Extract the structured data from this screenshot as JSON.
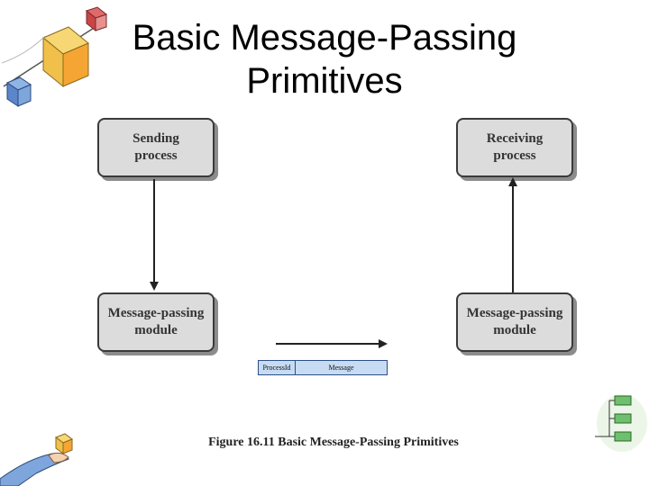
{
  "slide": {
    "title_line1": "Basic Message-Passing",
    "title_line2": "Primitives"
  },
  "diagram": {
    "sending_process": "Sending\nprocess",
    "receiving_process": "Receiving\nprocess",
    "sender_module": "Message-passing\nmodule",
    "receiver_module": "Message-passing\nmodule",
    "message_fields": {
      "process_id": "ProcessId",
      "message": "Message"
    },
    "caption": "Figure 16.11 Basic Message-Passing Primitives"
  },
  "colors": {
    "box_fill": "#dcdcdc",
    "message_fill": "#c7dcf2",
    "message_border": "#2c4f8a"
  },
  "icons": [
    "cubes-clipart-icon",
    "hand-holding-cube-clipart-icon",
    "flowchart-clipart-icon"
  ]
}
